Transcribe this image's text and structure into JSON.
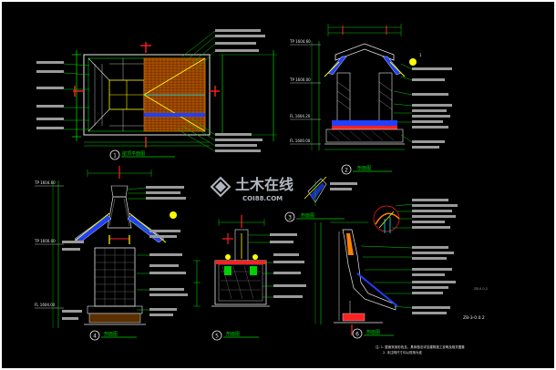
{
  "drawing": {
    "colors": {
      "background": "#000000",
      "sheet": "#ffffff",
      "line_green": "#00d000",
      "line_white": "#e8e8e8",
      "line_yellow": "#ffff00",
      "line_red": "#ff2020",
      "line_cyan": "#00e0ff",
      "line_blue": "#2040ff",
      "roof_orange": "#ff8000",
      "text_gray": "#9a9a9a",
      "watermark": "#d0d8e0"
    },
    "views": [
      {
        "number": "1",
        "caption": "屋顶平面图"
      },
      {
        "number": "2",
        "caption": "剖面图"
      },
      {
        "number": "3",
        "caption": "剖面图"
      },
      {
        "number": "4",
        "caption": "剖面图"
      },
      {
        "number": "5",
        "caption": "剖面图"
      },
      {
        "number": "6",
        "caption": "剖面图"
      }
    ],
    "elevations": {
      "tr_a": "TP 1604.60",
      "tr_b": "TP 1600.00",
      "fl_a": "FL 1604.20",
      "fl_b": "FL 1600.00",
      "tr_c": "TP 1604.60",
      "tr_d": "TP 1600.00",
      "fl_c": "FL 1604.00"
    },
    "notes": {
      "sheet_code": "ZB-3-0.0.2",
      "side_label": "ZB-0.0.2",
      "footer_note": "注: 1. 屋面采用彩色瓦，具体做法详见建筑施工说明及相关图集",
      "footer_note2": "2. 未注明尺寸均以现场为准"
    },
    "watermark": {
      "cn": "土木在线",
      "en": "COI88.COM"
    }
  }
}
